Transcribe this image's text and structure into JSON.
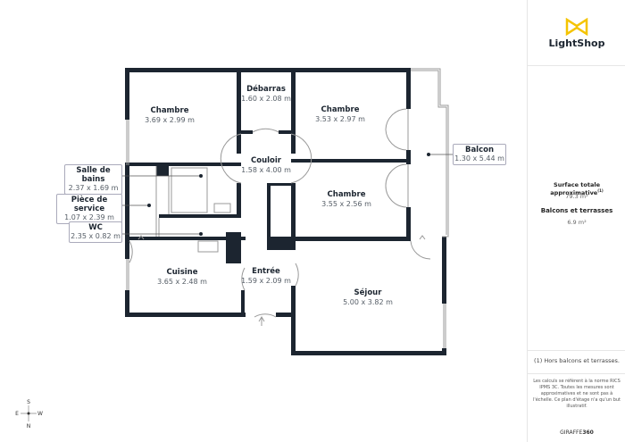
{
  "rooms": [
    {
      "name": "Chambre",
      "dims": "3.69 x 2.99 m"
    },
    {
      "name": "Débarras",
      "dims": "1.60 x 2.08 m"
    },
    {
      "name": "Chambre",
      "dims": "3.53 x 2.97 m"
    },
    {
      "name": "Couloir",
      "dims": "1.58 x 4.00 m"
    },
    {
      "name": "Chambre",
      "dims": "3.55 x 2.56 m"
    },
    {
      "name": "Cuisine",
      "dims": "3.65 x 2.48 m"
    },
    {
      "name": "Entrée",
      "dims": "1.59 x 2.09 m"
    },
    {
      "name": "Séjour",
      "dims": "5.00 x 3.82 m"
    }
  ],
  "callouts": [
    {
      "name": "Salle de bains",
      "dims": "2.37 x 1.69 m"
    },
    {
      "name": "Pièce de service",
      "dims": "1.07 x 2.39 m"
    },
    {
      "name": "WC",
      "dims": "2.35 x 0.82 m"
    },
    {
      "name": "Balcon",
      "dims": "1.30 x 5.44 m"
    }
  ],
  "compass": {
    "n": "N",
    "s": "S",
    "e": "E",
    "w": "W"
  },
  "sidebar": {
    "logo": "LightShop",
    "total_label": "Surface totale approximative",
    "total_sup": "(1)",
    "total_value": "79.3 m²",
    "balcony_label": "Balcons et terrasses",
    "balcony_value": "6.9 m²",
    "footnote": "(1) Hors balcons et terrasses.",
    "disclaimer": "Les calculs se réfèrent à la norme RICS IPMS 3C. Toutes les mesures sont approximatives et ne sont pas à l'échelle. Ce plan d'étage n'a qu'un but illustratif.",
    "brand_a": "GIRAFFE",
    "brand_b": "360"
  },
  "colors": {
    "wall": "#1c2530",
    "accent": "#f5c400"
  }
}
